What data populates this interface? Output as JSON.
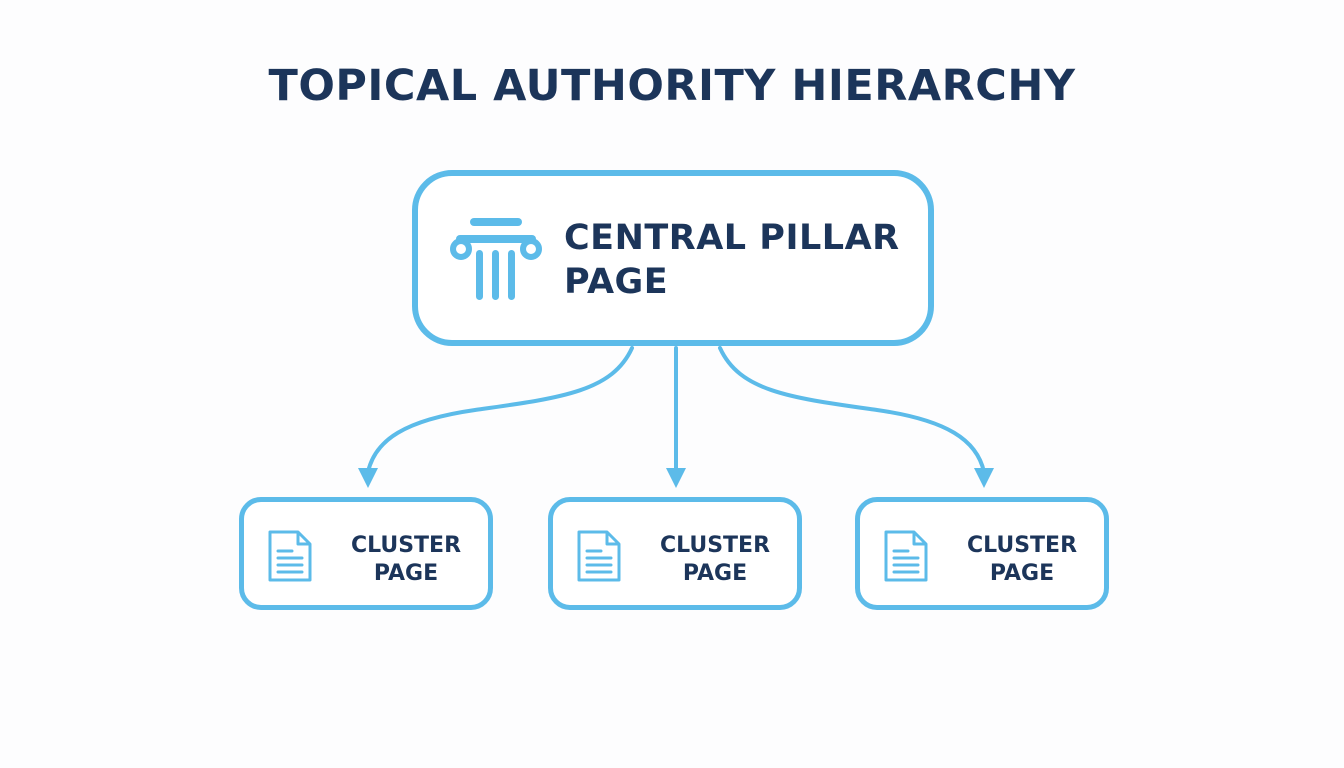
{
  "title": "TOPICAL AUTHORITY HIERARCHY",
  "pillar": {
    "label": "CENTRAL PILLAR\nPAGE",
    "icon": "pillar-column-icon"
  },
  "clusters": [
    {
      "label": "CLUSTER\nPAGE",
      "icon": "document-icon"
    },
    {
      "label": "CLUSTER\nPAGE",
      "icon": "document-icon"
    },
    {
      "label": "CLUSTER\nPAGE",
      "icon": "document-icon"
    }
  ],
  "colors": {
    "accent": "#5cbbe9",
    "text": "#1c355a",
    "background": "#fdfdfe"
  }
}
